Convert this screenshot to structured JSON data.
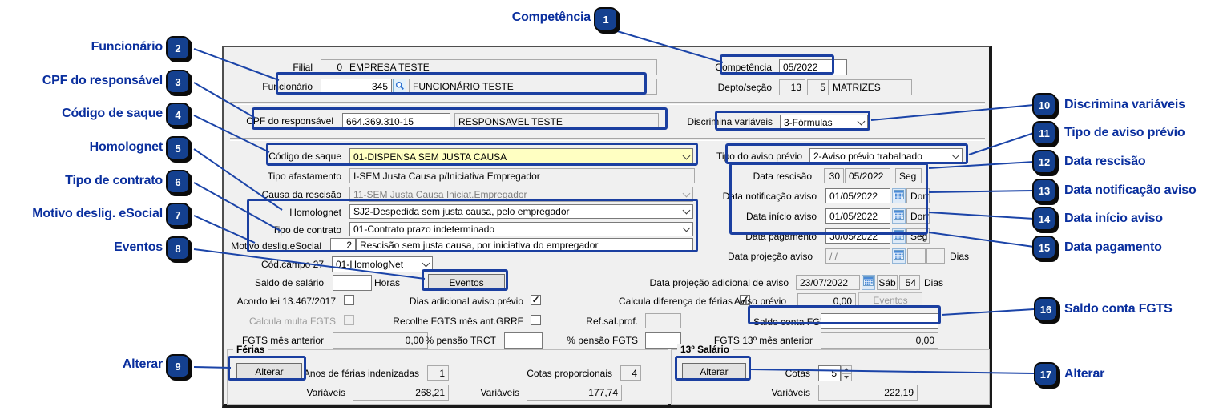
{
  "colors": {
    "annotation_text": "#0a2f9e",
    "badge_fill": "#14408f",
    "leader_line": "#1b44a8",
    "callout_border": "#1b3fa0",
    "highlight_yellow": "#ffffc2",
    "window_bg": "#f0f0f0"
  },
  "annotations": [
    {
      "num": "1",
      "label": "Competência"
    },
    {
      "num": "2",
      "label": "Funcionário"
    },
    {
      "num": "3",
      "label": "CPF do responsável"
    },
    {
      "num": "4",
      "label": "Código de saque"
    },
    {
      "num": "5",
      "label": "Homolognet"
    },
    {
      "num": "6",
      "label": "Tipo de contrato"
    },
    {
      "num": "7",
      "label": "Motivo deslig. eSocial"
    },
    {
      "num": "8",
      "label": "Eventos"
    },
    {
      "num": "9",
      "label": "Alterar"
    },
    {
      "num": "10",
      "label": "Discrimina variáveis"
    },
    {
      "num": "11",
      "label": "Tipo de aviso prévio"
    },
    {
      "num": "12",
      "label": "Data rescisão"
    },
    {
      "num": "13",
      "label": "Data notificação aviso"
    },
    {
      "num": "14",
      "label": "Data início aviso"
    },
    {
      "num": "15",
      "label": "Data pagamento"
    },
    {
      "num": "16",
      "label": "Saldo conta FGTS"
    },
    {
      "num": "17",
      "label": "Alterar"
    }
  ],
  "form": {
    "filial": {
      "label": "Filial",
      "code": "0",
      "name": "EMPRESA TESTE"
    },
    "funcionario": {
      "label": "Funcionário",
      "code": "345",
      "name": "FUNCIONÁRIO TESTE"
    },
    "competencia": {
      "label": "Competência",
      "value": "05/2022"
    },
    "depto": {
      "label": "Depto/seção",
      "code": "13",
      "num": "5",
      "name": "MATRIZES"
    },
    "cpf": {
      "label": "CPF do responsável",
      "value": "664.369.310-15",
      "name": "RESPONSAVEL TESTE"
    },
    "discrimina": {
      "label": "Discrimina variáveis",
      "value": "3-Fórmulas"
    },
    "codigo_saque": {
      "label": "Código de saque",
      "value": "01-DISPENSA SEM JUSTA CAUSA"
    },
    "tipo_afastamento": {
      "label": "Tipo afastamento",
      "value": "I-SEM Justa Causa p/Iniciativa Empregador"
    },
    "causa_rescisao": {
      "label": "Causa da rescisão",
      "value": "11-SEM Justa Causa Iniciat.Empregador"
    },
    "homolognet": {
      "label": "Homolognet",
      "value": "SJ2-Despedida sem justa causa, pelo empregador"
    },
    "tipo_contrato": {
      "label": "Tipo de contrato",
      "value": "01-Contrato prazo indeterminado"
    },
    "motivo_deslig": {
      "label": "Motivo deslig.eSocial",
      "code": "2",
      "value": "Rescisão sem justa causa, por iniciativa do empregador"
    },
    "cod_campo27": {
      "label": "Cód.campo 27",
      "value": "01-HomologNet"
    },
    "saldo_salario": {
      "label": "Saldo de salário",
      "value": "",
      "suffix": "Horas"
    },
    "eventos_btn": {
      "label": "Eventos"
    },
    "acordo_lei": {
      "label": "Acordo lei 13.467/2017",
      "checked": false
    },
    "dias_adicional": {
      "label": "Dias adicional aviso prévio",
      "checked": true
    },
    "calcula_multa": {
      "label": "Calcula multa FGTS",
      "checked": false,
      "disabled": true
    },
    "recolhe_fgts": {
      "label": "Recolhe FGTS mês ant.GRRF",
      "checked": false
    },
    "calcula_diferenca": {
      "label": "Calcula diferença de férias",
      "checked": true
    },
    "fgts_mes_anterior": {
      "label": "FGTS mês anterior",
      "value": "0,00"
    },
    "pensao_trct": {
      "label": "% pensão TRCT",
      "value": ""
    },
    "ref_sal_prof": {
      "label": "Ref.sal.prof.",
      "value": ""
    },
    "pensao_fgts": {
      "label": "% pensão FGTS",
      "value": ""
    },
    "tipo_aviso": {
      "label": "Tipo do aviso prévio",
      "value": "2-Aviso prévio trabalhado"
    },
    "data_rescisao": {
      "label": "Data rescisão",
      "day": "30",
      "month": "05/2022",
      "weekday": "Seg"
    },
    "data_notificacao": {
      "label": "Data notificação aviso",
      "value": "01/05/2022",
      "weekday": "Dom"
    },
    "data_inicio": {
      "label": "Data início aviso",
      "value": "01/05/2022",
      "weekday": "Dom"
    },
    "data_pagamento": {
      "label": "Data pagamento",
      "value": "30/05/2022",
      "weekday": "Seg"
    },
    "data_projecao": {
      "label": "Data projeção aviso",
      "value": "/ /",
      "v1": "",
      "v2": "",
      "dias": "Dias"
    },
    "data_proj_adicional": {
      "label": "Data projeção adicional de aviso",
      "value": "23/07/2022",
      "weekday": "Sáb",
      "num": "54",
      "dias": "Dias"
    },
    "aviso_previo": {
      "label": "Aviso prévio",
      "value": "0,00",
      "btn": "Eventos"
    },
    "saldo_fgts": {
      "label": "Saldo conta FGTS",
      "value": ""
    },
    "fgts_13": {
      "label": "FGTS 13º mês anterior",
      "value": "0,00"
    },
    "ferias": {
      "title": "Férias",
      "alterar": "Alterar",
      "anos_label": "Anos de férias indenizadas",
      "anos": "1",
      "var1_label": "Variáveis",
      "var1": "268,21",
      "cotas_label": "Cotas proporcionais",
      "cotas": "4",
      "var2_label": "Variáveis",
      "var2": "177,74"
    },
    "salario13": {
      "title": "13º Salário",
      "alterar": "Alterar",
      "cotas_label": "Cotas",
      "cotas": "5",
      "var_label": "Variáveis",
      "var": "222,19"
    }
  }
}
